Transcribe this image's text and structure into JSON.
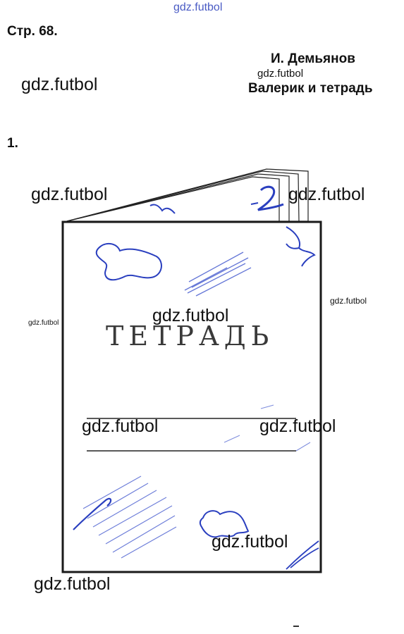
{
  "header": {
    "page_ref": "Стр. 68.",
    "author": "И. Демьянов",
    "title": "Валерик и тетрадь"
  },
  "task": {
    "number": "1."
  },
  "notebook": {
    "cover_word": "ТЕТРАДЬ",
    "scribble_text": "2",
    "ink_color": "#2a3fbf",
    "line_color": "#222222"
  },
  "watermarks": {
    "top": "gdz.futbol",
    "header_left": "gdz.futbol",
    "header_small": "gdz.futbol",
    "left_upper": "gdz.futbol",
    "right_upper": "gdz.futbol",
    "right_mid": "gdz.futbol",
    "left_tiny": "gdz.futbol",
    "center": "gdz.futbol",
    "lines_left": "gdz.futbol",
    "lines_right": "gdz.futbol",
    "lower_right": "gdz.futbol",
    "bottom_left": "gdz.futbol"
  }
}
